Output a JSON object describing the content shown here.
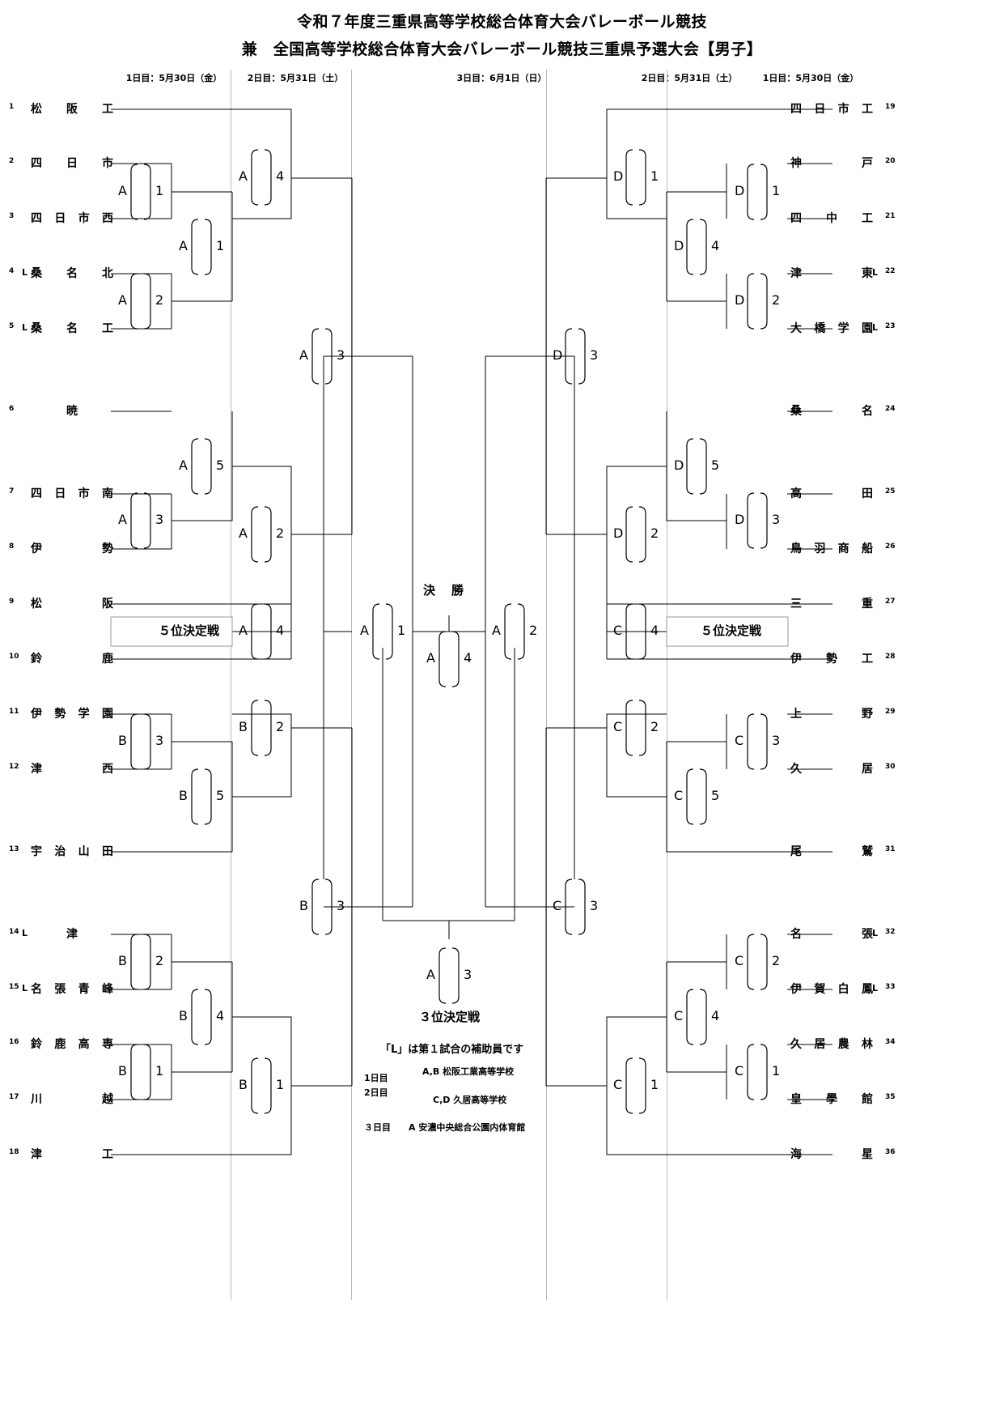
{
  "title": {
    "line1": "令和７年度三重県高等学校総合体育大会バレーボール競技",
    "line2": "兼　全国高等学校総合体育大会バレーボール競技三重県予選大会【男子】"
  },
  "day_headers": {
    "left_day1": "1日目：5月30日（金）",
    "left_day2": "2日目：5月31日（土）",
    "center_day3": "3日目：6月1日（日）",
    "right_day2": "2日目：5月31日（土）",
    "right_day1": "1日目：5月30日（金）"
  },
  "left_teams": [
    {
      "num": "1",
      "l": "",
      "name": [
        "松",
        "阪",
        "工"
      ]
    },
    {
      "num": "2",
      "l": "",
      "name": [
        "四",
        "日",
        "市"
      ]
    },
    {
      "num": "3",
      "l": "",
      "name": [
        "四",
        "日",
        "市",
        "西"
      ]
    },
    {
      "num": "4",
      "l": "L",
      "name": [
        "桑",
        "名",
        "北"
      ]
    },
    {
      "num": "5",
      "l": "L",
      "name": [
        "桑",
        "名",
        "工"
      ]
    },
    {
      "num": "6",
      "l": "",
      "name": [
        "暁"
      ]
    },
    {
      "num": "7",
      "l": "",
      "name": [
        "四",
        "日",
        "市",
        "南"
      ]
    },
    {
      "num": "8",
      "l": "",
      "name": [
        "伊",
        "勢"
      ]
    },
    {
      "num": "9",
      "l": "",
      "name": [
        "松",
        "阪"
      ]
    },
    {
      "num": "10",
      "l": "",
      "name": [
        "鈴",
        "鹿"
      ]
    },
    {
      "num": "11",
      "l": "",
      "name": [
        "伊",
        "勢",
        "学",
        "園"
      ]
    },
    {
      "num": "12",
      "l": "",
      "name": [
        "津",
        "西"
      ]
    },
    {
      "num": "13",
      "l": "",
      "name": [
        "宇",
        "治",
        "山",
        "田"
      ]
    },
    {
      "num": "14",
      "l": "L",
      "name": [
        "津"
      ]
    },
    {
      "num": "15",
      "l": "L",
      "name": [
        "名",
        "張",
        "青",
        "峰"
      ]
    },
    {
      "num": "16",
      "l": "",
      "name": [
        "鈴",
        "鹿",
        "高",
        "専"
      ]
    },
    {
      "num": "17",
      "l": "",
      "name": [
        "川",
        "越"
      ]
    },
    {
      "num": "18",
      "l": "",
      "name": [
        "津",
        "工"
      ]
    }
  ],
  "right_teams": [
    {
      "num": "19",
      "l": "",
      "name": [
        "四",
        "日",
        "市",
        "工"
      ]
    },
    {
      "num": "20",
      "l": "",
      "name": [
        "神",
        "戸"
      ]
    },
    {
      "num": "21",
      "l": "",
      "name": [
        "四",
        "中",
        "工"
      ]
    },
    {
      "num": "22",
      "l": "L",
      "name": [
        "津",
        "東"
      ]
    },
    {
      "num": "23",
      "l": "L",
      "name": [
        "大",
        "橋",
        "学",
        "園"
      ]
    },
    {
      "num": "24",
      "l": "",
      "name": [
        "桑",
        "名"
      ]
    },
    {
      "num": "25",
      "l": "",
      "name": [
        "高",
        "田"
      ]
    },
    {
      "num": "26",
      "l": "",
      "name": [
        "鳥",
        "羽",
        "商",
        "船"
      ]
    },
    {
      "num": "27",
      "l": "",
      "name": [
        "三",
        "重"
      ]
    },
    {
      "num": "28",
      "l": "",
      "name": [
        "伊",
        "勢",
        "工"
      ]
    },
    {
      "num": "29",
      "l": "",
      "name": [
        "上",
        "野"
      ]
    },
    {
      "num": "30",
      "l": "",
      "name": [
        "久",
        "居"
      ]
    },
    {
      "num": "31",
      "l": "",
      "name": [
        "尾",
        "鷲"
      ]
    },
    {
      "num": "32",
      "l": "L",
      "name": [
        "名",
        "張"
      ]
    },
    {
      "num": "33",
      "l": "L",
      "name": [
        "伊",
        "賀",
        "白",
        "鳳"
      ]
    },
    {
      "num": "34",
      "l": "",
      "name": [
        "久",
        "居",
        "農",
        "林"
      ]
    },
    {
      "num": "35",
      "l": "",
      "name": [
        "皇",
        "學",
        "館"
      ]
    },
    {
      "num": "36",
      "l": "",
      "name": [
        "海",
        "星"
      ]
    }
  ],
  "matches": [
    {
      "court": "A",
      "game": "1"
    },
    {
      "court": "A",
      "game": "2"
    },
    {
      "court": "A",
      "game": "3"
    },
    {
      "court": "A",
      "game": "1"
    },
    {
      "court": "A",
      "game": "4"
    },
    {
      "court": "A",
      "game": "5"
    },
    {
      "court": "A",
      "game": "2"
    },
    {
      "court": "A",
      "game": "3"
    },
    {
      "court": "A",
      "game": "4"
    },
    {
      "court": "B",
      "game": "3"
    },
    {
      "court": "B",
      "game": "5"
    },
    {
      "court": "B",
      "game": "2"
    },
    {
      "court": "B",
      "game": "3"
    },
    {
      "court": "B",
      "game": "2"
    },
    {
      "court": "B",
      "game": "4"
    },
    {
      "court": "B",
      "game": "1"
    },
    {
      "court": "B",
      "game": "1"
    },
    {
      "court": "D",
      "game": "1"
    },
    {
      "court": "D",
      "game": "1"
    },
    {
      "court": "D",
      "game": "4"
    },
    {
      "court": "D",
      "game": "2"
    },
    {
      "court": "D",
      "game": "3"
    },
    {
      "court": "D",
      "game": "5"
    },
    {
      "court": "D",
      "game": "3"
    },
    {
      "court": "D",
      "game": "2"
    },
    {
      "court": "C",
      "game": "4"
    },
    {
      "court": "C",
      "game": "2"
    },
    {
      "court": "C",
      "game": "3"
    },
    {
      "court": "C",
      "game": "5"
    },
    {
      "court": "C",
      "game": "3"
    },
    {
      "court": "C",
      "game": "2"
    },
    {
      "court": "C",
      "game": "4"
    },
    {
      "court": "C",
      "game": "1"
    },
    {
      "court": "C",
      "game": "1"
    },
    {
      "court": "A",
      "game": "1"
    },
    {
      "court": "A",
      "game": "2"
    },
    {
      "court": "A",
      "game": "4"
    },
    {
      "court": "A",
      "game": "3"
    }
  ],
  "labels": {
    "fifth_place_left": "５位決定戦",
    "fifth_place_right": "５位決定戦",
    "final": "決勝",
    "third_place": "３位決定戦",
    "l_note": "「L」は第１試合の補助員です"
  },
  "venues": {
    "day1": "1日目",
    "day2": "2日目",
    "day3": "３日目",
    "ab": "A,B 松阪工業高等学校",
    "cd": "C,D 久居高等学校",
    "a3": "A 安濃中央総合公園内体育館"
  }
}
